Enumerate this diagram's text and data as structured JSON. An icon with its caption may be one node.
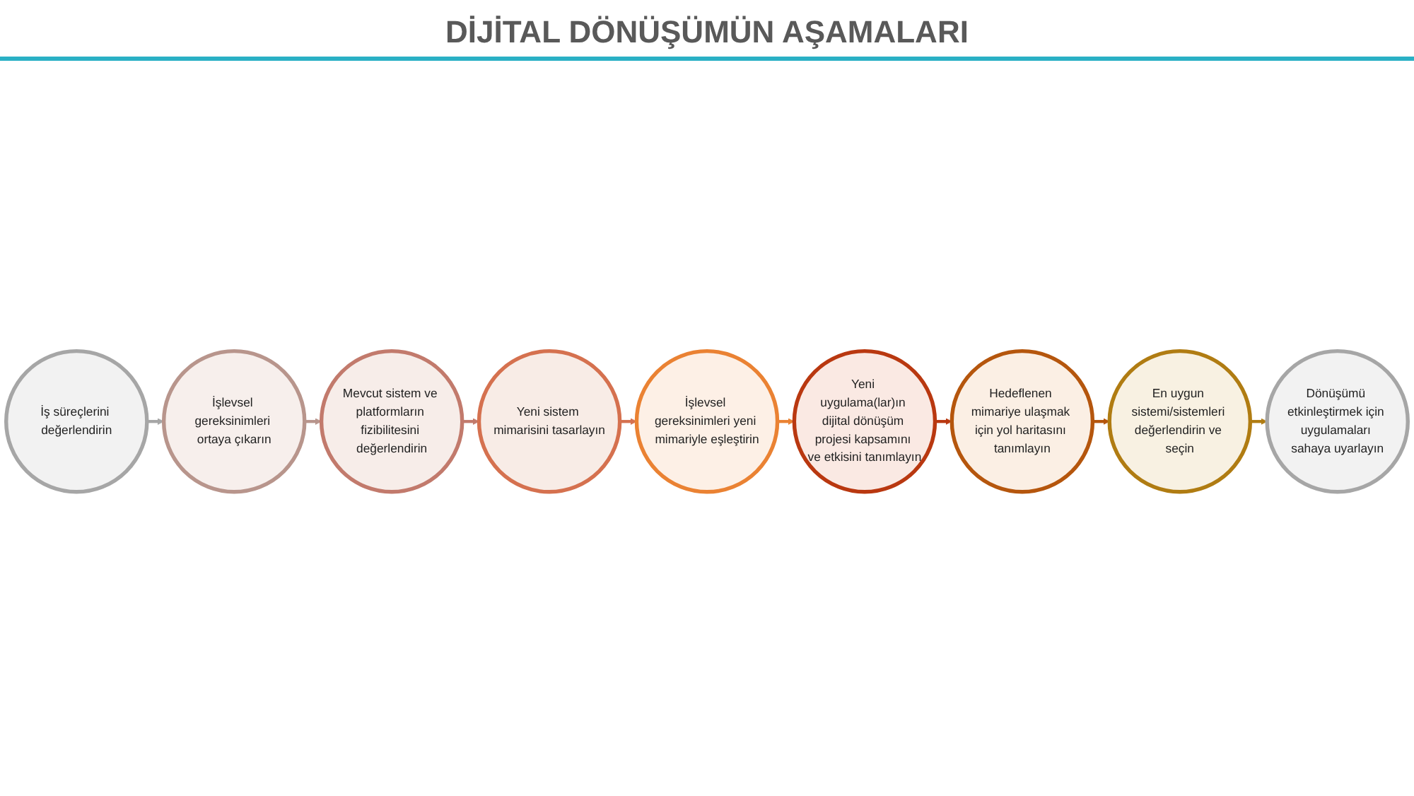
{
  "diagram": {
    "title": "DİJİTAL DÖNÜŞÜMÜN AŞAMALARI",
    "nodes": [
      {
        "text": [
          "İş süreçlerini değerlendirin"
        ]
      },
      {
        "text": [
          "İşlevsel gereksinimleri ortaya çıkarın"
        ]
      },
      {
        "text": [
          "Mevcut sistem ve platformların fizibilitesini değerlendirin"
        ]
      },
      {
        "text": [
          "Yeni sistem mimarisini tasarlayın"
        ]
      },
      {
        "text": [
          "İşlevsel gereksinimleri yeni mimariyle eşleştirin"
        ]
      },
      {
        "text": [
          "Yeni uygulama(lar)ın dijital dönüşüm projesi kapsamını ve etkisini tanımlayın"
        ]
      },
      {
        "text": [
          "Hedeflenen mimariye ulaşmak için yol haritasını tanımlayın"
        ]
      },
      {
        "text": [
          "En uygun sistemi/sistemleri değerlendirin ve seçin"
        ]
      },
      {
        "text": [
          "Dönüşümü etkinleştirmek için uygulamaları sahaya uyarlayın"
        ]
      }
    ],
    "edges": [
      {
        "from": 0,
        "to": 1,
        "arrow": "to",
        "color": "#a6a6a6"
      },
      {
        "from": 1,
        "to": 2,
        "arrow": "to",
        "color": "#b8958c"
      },
      {
        "from": 2,
        "to": 3,
        "arrow": "to",
        "color": "#c27a6c"
      },
      {
        "from": 3,
        "to": 4,
        "arrow": "to",
        "color": "#d5714f"
      },
      {
        "from": 4,
        "to": 5,
        "arrow": "to",
        "color": "#ea8233"
      },
      {
        "from": 5,
        "to": 6,
        "arrow": "to",
        "color": "#b93810"
      },
      {
        "from": 6,
        "to": 7,
        "arrow": "to",
        "color": "#b5560d"
      },
      {
        "from": 7,
        "to": 8,
        "arrow": "to",
        "color": "#b07c12"
      }
    ]
  }
}
